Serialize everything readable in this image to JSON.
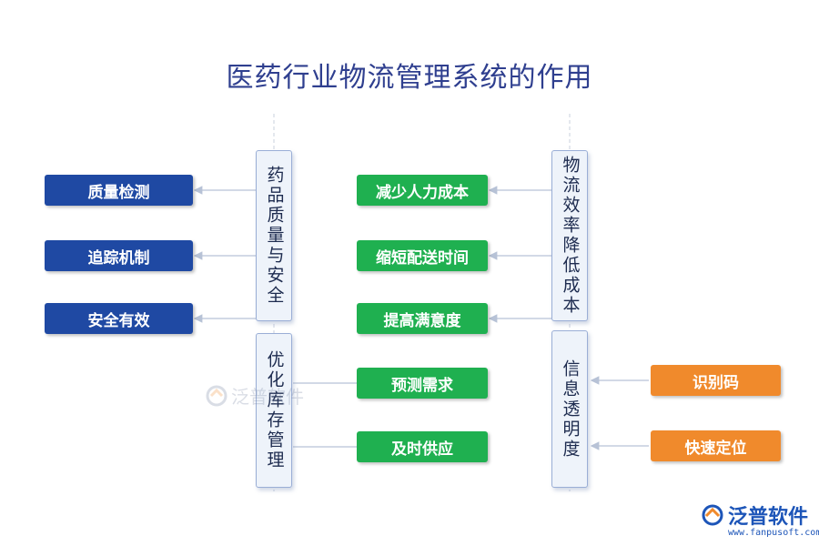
{
  "title": "医药行业物流管理系统的作用",
  "groups": {
    "quality": "药品质量与安全",
    "inventory": "优化库存管理",
    "efficiency": "物流效率降低成本",
    "transparency": "信息透明度"
  },
  "nodes": {
    "quality_check": "质量检测",
    "tracking": "追踪机制",
    "safe_effective": "安全有效",
    "reduce_labor": "减少人力成本",
    "shorten_delivery": "缩短配送时间",
    "satisfaction": "提高满意度",
    "forecast": "预测需求",
    "timely_supply": "及时供应",
    "id_code": "识别码",
    "fast_locate": "快速定位"
  },
  "colors": {
    "blue": "#1f49a3",
    "green": "#1fb050",
    "orange": "#f08a2c",
    "title": "#2f3f8f"
  },
  "watermark": "泛普软件",
  "logo": {
    "text": "泛普软件",
    "url": "www.fanpusoft.com"
  }
}
